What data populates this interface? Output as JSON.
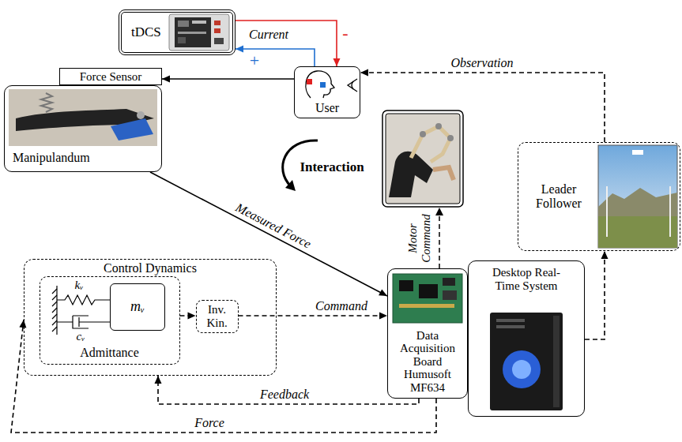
{
  "diagram": {
    "nodes": [
      {
        "text": [
          "tDCS"
        ]
      },
      {
        "text": [
          "User"
        ]
      },
      {
        "text": [
          "Force Sensor"
        ]
      },
      {
        "text": [
          "Manipulandum"
        ]
      },
      {
        "text": [
          "Leader Follower"
        ]
      },
      {
        "text": [
          "Control Dynamics"
        ]
      },
      {
        "text": [
          "Admittance"
        ],
        "in": 5
      },
      {
        "text": [
          "mᵥ"
        ],
        "in": 6
      },
      {
        "text": [
          "Inv. Kin."
        ],
        "in": 5
      },
      {
        "text": [
          "Data Acquisition Board Humusoft MF634"
        ]
      },
      {
        "text": [
          "Desktop Real-Time System"
        ]
      }
    ],
    "edges": [
      {
        "from": 0,
        "to": 1,
        "arrow": "to",
        "label": "-"
      },
      {
        "from": 1,
        "to": 0,
        "arrow": "to",
        "label": "+"
      },
      {
        "from": 1,
        "to": 2,
        "arrow": "to"
      },
      {
        "from": 3,
        "to": 9,
        "arrow": "to",
        "label": "Measured Force"
      },
      {
        "from": 4,
        "to": 1,
        "arrow": "to",
        "label": "Observation"
      },
      {
        "from": 6,
        "to": 8,
        "arrow": "to"
      },
      {
        "from": 8,
        "to": 9,
        "arrow": "to",
        "label": "Command"
      },
      {
        "from": 9,
        "to": 5,
        "arrow": "to",
        "label": "Feedback"
      },
      {
        "from": 9,
        "to": 5,
        "arrow": "to",
        "label": "Force"
      },
      {
        "from": 10,
        "to": 4,
        "arrow": "to"
      }
    ],
    "labels": [
      "Current",
      "Interaction",
      "Motor Command",
      "kᵥ",
      "cᵥ"
    ]
  }
}
